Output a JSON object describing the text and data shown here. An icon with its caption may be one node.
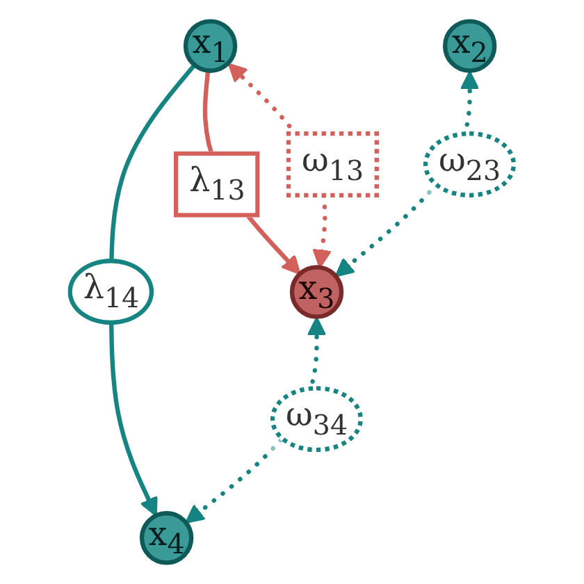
{
  "diagram": {
    "nodes": [
      {
        "text": [
          "x$_{1}$"
        ]
      },
      {
        "text": [
          "x$_{2}$"
        ]
      },
      {
        "text": [
          "x$_{3}$"
        ]
      },
      {
        "text": [
          "x$_{4}$"
        ]
      }
    ],
    "edges": [
      {
        "from": 0,
        "to": 2,
        "arrow": "to",
        "label": "λ$_{13}$",
        "color": "#d4605c"
      },
      {
        "from": 0,
        "to": 3,
        "arrow": "to",
        "label": "λ$_{14}$"
      },
      {
        "from": 0,
        "to": 2,
        "arrow": "both",
        "label": "ω$_{13}$",
        "style": "dashed",
        "color": "#d4605c"
      },
      {
        "from": 1,
        "to": 2,
        "arrow": "both",
        "label": "ω$_{23}$",
        "style": "dashed"
      },
      {
        "from": 2,
        "to": 3,
        "arrow": "both",
        "label": "ω$_{34}$",
        "style": "dashed"
      }
    ]
  }
}
